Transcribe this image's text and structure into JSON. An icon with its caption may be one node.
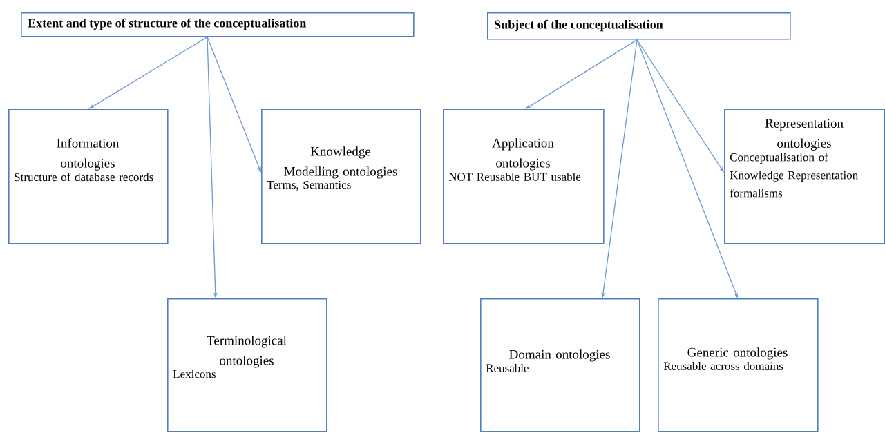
{
  "diagram": {
    "nodes": [
      {
        "text": [
          "Extent and type of structure of the conceptualisation"
        ]
      },
      {
        "text": [
          "Information ontologies",
          "Structure of database records"
        ]
      },
      {
        "text": [
          "Knowledge Modelling ontologies",
          "Terms, Semantics"
        ]
      },
      {
        "text": [
          "Terminological ontologies",
          "Lexicons"
        ]
      },
      {
        "text": [
          "Subject of the conceptualisation"
        ]
      },
      {
        "text": [
          "Application ontologies",
          "NOT Reusable BUT usable"
        ]
      },
      {
        "text": [
          "Representation ontologies",
          "Conceptualisation of Knowledge Representation formalisms"
        ]
      },
      {
        "text": [
          "Domain ontologies",
          "Reusable"
        ]
      },
      {
        "text": [
          "Generic ontologies",
          "Reusable across domains"
        ]
      }
    ],
    "edges": [
      {
        "from": 0,
        "to": 1,
        "arrow": "to"
      },
      {
        "from": 0,
        "to": 3,
        "arrow": "to"
      },
      {
        "from": 0,
        "to": 2,
        "arrow": "to"
      },
      {
        "from": 4,
        "to": 5,
        "arrow": "to"
      },
      {
        "from": 4,
        "to": 7,
        "arrow": "to"
      },
      {
        "from": 4,
        "to": 8,
        "arrow": "to"
      },
      {
        "from": 4,
        "to": 6,
        "arrow": "to"
      }
    ]
  }
}
